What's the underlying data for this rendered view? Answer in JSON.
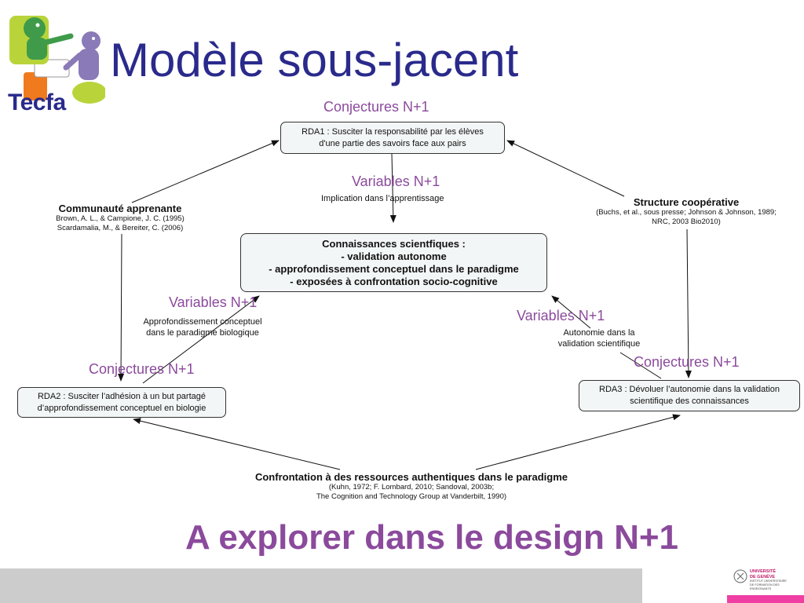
{
  "slide": {
    "title": "Modèle sous-jacent",
    "logo_text": "Tecfa",
    "footer_title": "A explorer dans le design N+1",
    "colors": {
      "title": "#2a2a8c",
      "accent": "#8b4a9c",
      "box_fill": "#f3f6f6",
      "band": "#cccccc",
      "pink": "#ef3fa3"
    }
  },
  "diagram": {
    "rda1": {
      "label": "Conjectures  N+1",
      "line1": "RDA1 : Susciter la responsabilité par les élèves",
      "line2": "d'une partie des savoirs face aux pairs"
    },
    "center": {
      "line1": "Connaissances scientfiques :",
      "line2": "- validation autonome",
      "line3": "- approfondissement conceptuel dans le paradigme",
      "line4": "- exposées à confrontation socio-cognitive",
      "variables_top_label": "Variables N+1",
      "variables_top_text": "Implication dans l’apprentissage"
    },
    "rda2": {
      "label": "Conjectures  N+1",
      "line1": "RDA2 : Susciter l’adhésion à un but partagé",
      "line2": "d’approfondissement conceptuel en biologie",
      "variables_label": "Variables N+1",
      "variables_line1": "Approfondissement conceptuel",
      "variables_line2": "dans le paradigme biologique"
    },
    "rda3": {
      "label": "Conjectures  N+1",
      "line1": "RDA3 : Dévoluer l’autonomie dans la validation",
      "line2": "scientifique des connaissances",
      "variables_label": "Variables N+1",
      "variables_line1": "Autonomie dans la",
      "variables_line2": "validation scientifique"
    },
    "communaute": {
      "title": "Communauté apprenante",
      "ref1": "Brown, A. L., & Campione, J. C. (1995)",
      "ref2": "Scardamalia, M., & Bereiter, C. (2006)"
    },
    "structure": {
      "title": "Structure coopérative",
      "ref1": "(Buchs, et al., sous presse; Johnson & Johnson, 1989;",
      "ref2": "NRC, 2003 Bio2010)"
    },
    "confrontation": {
      "title": "Confrontation à des ressources authentiques dans le paradigme",
      "ref1": "(Kuhn, 1972; F. Lombard, 2010; Sandoval, 2003b;",
      "ref2": "The Cognition and Technology Group at Vanderbilt, 1990)"
    }
  },
  "branding": {
    "university_line1": "UNIVERSITÉ",
    "university_line2": "DE GENÈVE",
    "institute_line1": "INSTITUT UNIVERSITAIRE",
    "institute_line2": "DE FORMATION DES ENSEIGNANTS"
  }
}
